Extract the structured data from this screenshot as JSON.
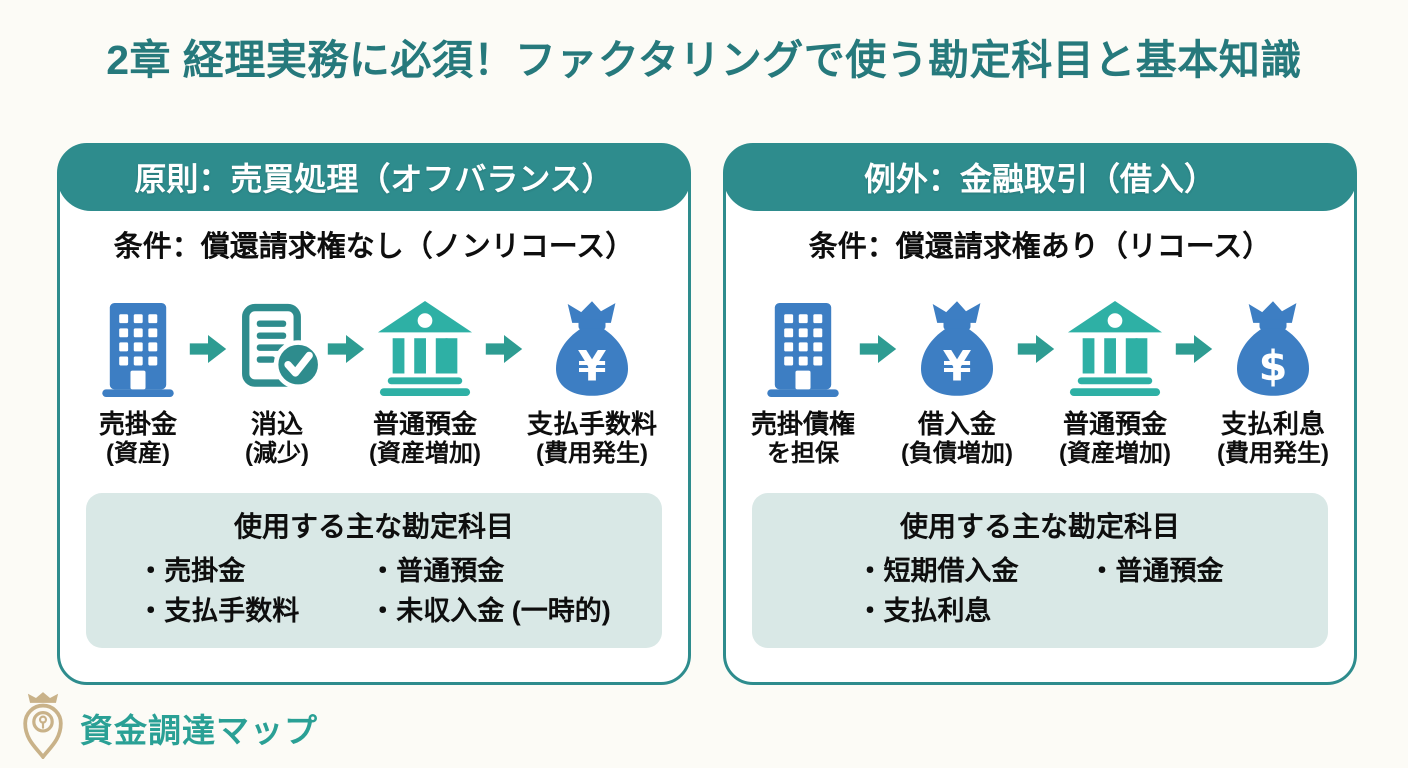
{
  "page": {
    "title": "2章 経理実務に必須！ファクタリングで使う勘定科目と基本知識"
  },
  "colors": {
    "accent_teal": "#2E8C8D",
    "title_teal": "#26797C",
    "bright_teal": "#2EB0A5",
    "arrow_teal": "#2E9C92",
    "icon_blue": "#3D7EC3",
    "light_box": "#D9E8E6",
    "logo_gold": "#C9B289",
    "logo_text_teal": "#2AA095",
    "background": "#FCFBF6"
  },
  "panels": [
    {
      "header": "原則：売買処理（オフバランス）",
      "condition": "条件：償還請求権なし（ノンリコース）",
      "flow": [
        {
          "icon": "building-icon",
          "label_line1": "売掛金",
          "label_line2": "(資産)"
        },
        {
          "icon": "document-check-icon",
          "label_line1": "消込",
          "label_line2": "(減少)"
        },
        {
          "icon": "bank-icon",
          "label_line1": "普通預金",
          "label_line2": "(資産増加)"
        },
        {
          "icon": "money-bag-yen-icon",
          "label_line1": "支払手数料",
          "label_line2": "(費用発生)"
        }
      ],
      "accounts_box": {
        "title": "使用する主な勘定科目",
        "columns": [
          [
            "・売掛金",
            "・支払手数料"
          ],
          [
            "・普通預金",
            "・未収入金 (一時的)"
          ]
        ]
      }
    },
    {
      "header": "例外：金融取引（借入）",
      "condition": "条件：償還請求権あり（リコース）",
      "flow": [
        {
          "icon": "building-icon",
          "label_line1": "売掛債権",
          "label_line2": "を担保"
        },
        {
          "icon": "money-bag-yen-icon",
          "label_line1": "借入金",
          "label_line2": "(負債増加)"
        },
        {
          "icon": "bank-icon",
          "label_line1": "普通預金",
          "label_line2": "(資産増加)"
        },
        {
          "icon": "money-bag-dollar-icon",
          "label_line1": "支払利息",
          "label_line2": "(費用発生)"
        }
      ],
      "accounts_box": {
        "title": "使用する主な勘定科目",
        "columns": [
          [
            "・短期借入金",
            "・支払利息"
          ],
          [
            "・普通預金"
          ]
        ]
      }
    }
  ],
  "footer": {
    "logo_text": "資金調達マップ"
  }
}
